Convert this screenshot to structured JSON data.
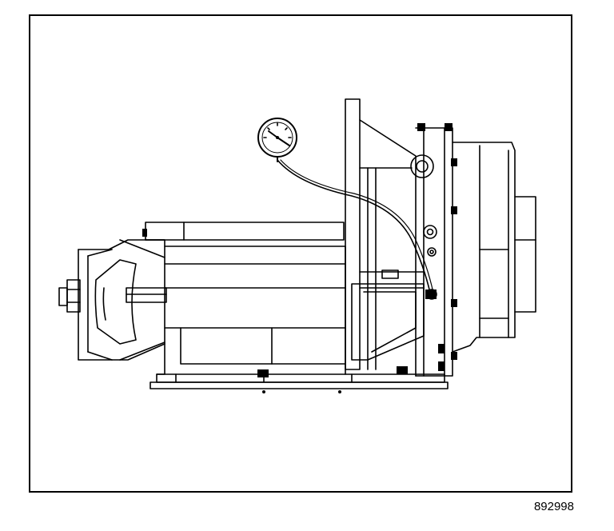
{
  "figure": {
    "number": "892998"
  },
  "colors": {
    "ink": "#000000",
    "paper": "#ffffff"
  },
  "parts": {
    "gauge": "pressure-gauge-icon",
    "housing": "transmission-case",
    "hose": "gauge-hose"
  }
}
